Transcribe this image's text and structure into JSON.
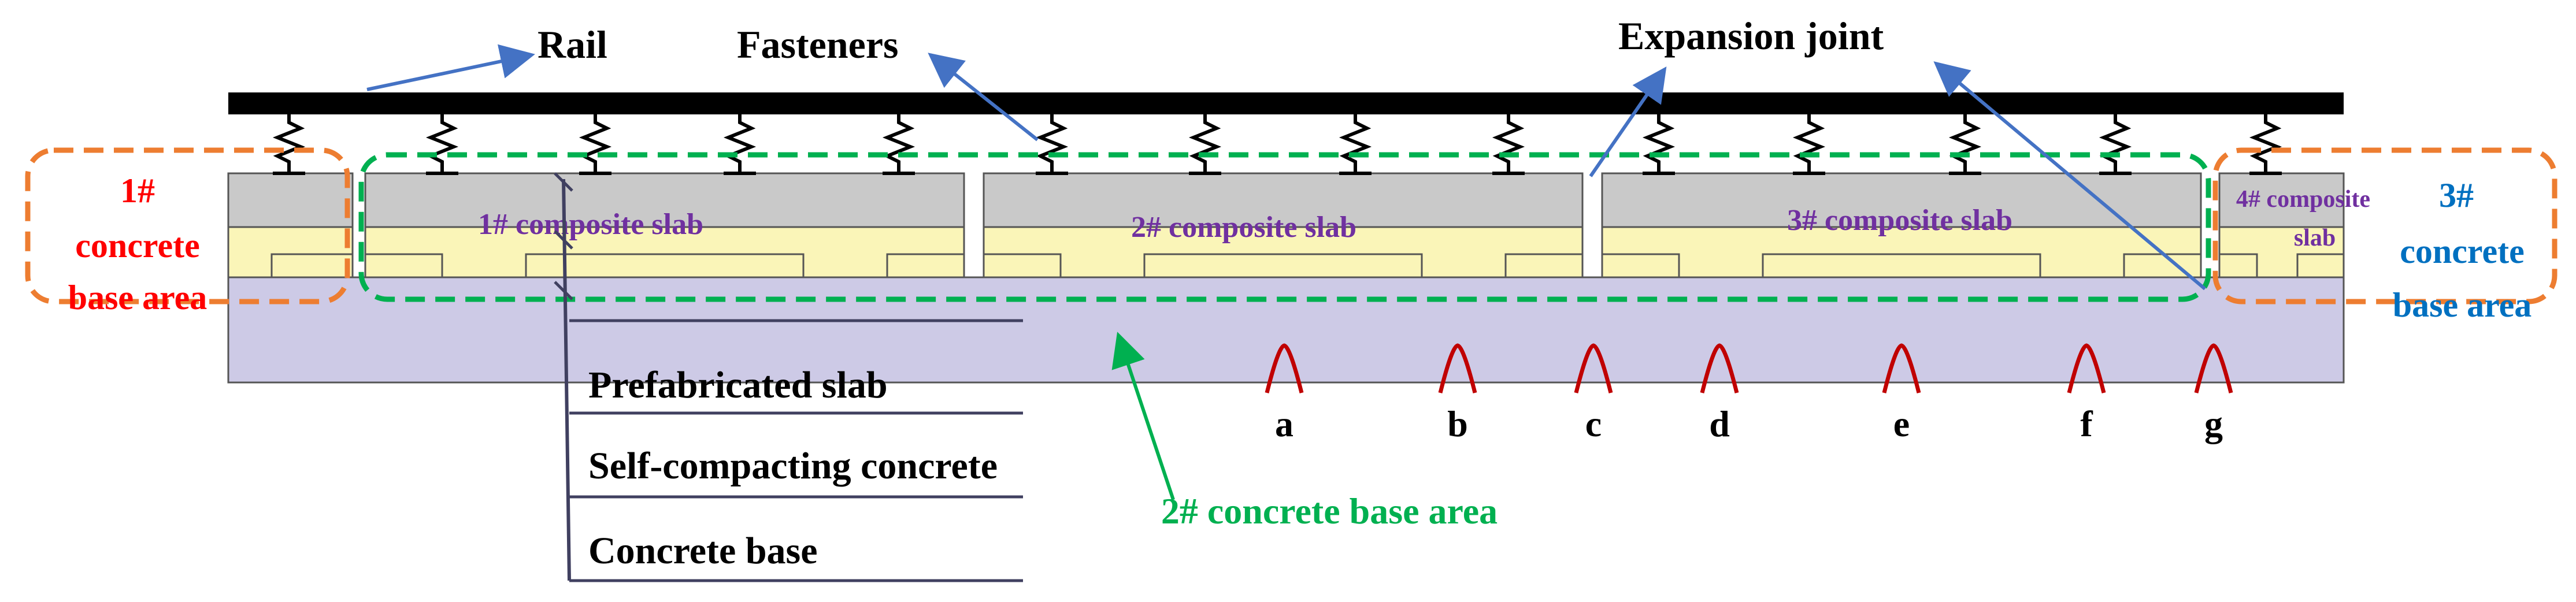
{
  "labels": {
    "rail": "Rail",
    "fasteners": "Fasteners",
    "expansion_joint": "Expansion joint",
    "slab1": "1# composite slab",
    "slab2": "2# composite slab",
    "slab3": "3# composite slab",
    "slab4_line1": "4# composite",
    "slab4_line2": "slab",
    "area1_line1": "1#",
    "area1_line2": "concrete",
    "area1_line3": "base area",
    "area2": "2# concrete base area",
    "area3_line1": "3#",
    "area3_line2": "concrete",
    "area3_line3": "base area",
    "layer_prefab": "Prefabricated slab",
    "layer_scc": "Self-compacting concrete",
    "layer_base": "Concrete base"
  },
  "measurement_points": [
    "a",
    "b",
    "c",
    "d",
    "e",
    "f",
    "g"
  ],
  "colors": {
    "rail": "#000000",
    "prefab_slab": "#c9c9c9",
    "self_compacting": "#faf5b8",
    "concrete_base": "#cdcae6",
    "slab_text": "#7030a0",
    "area1": "#ff0000",
    "area2": "#00b050",
    "area3": "#0070c0",
    "orange_box": "#ed7d31",
    "green_box": "#00b050",
    "arrow": "#4472c4",
    "sensor": "#c00000"
  }
}
